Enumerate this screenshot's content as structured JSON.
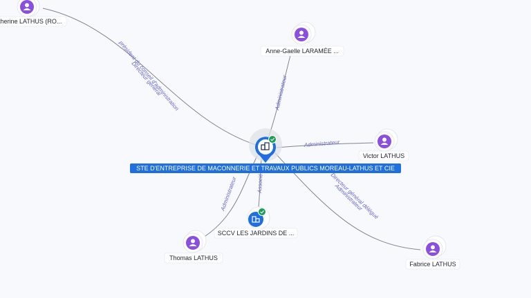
{
  "diagram": {
    "center": {
      "label": "STE D'ENTREPRISE DE MACONNERIE ET TRAVAUX PUBLICS MOREAU-LATHUS ET CIE",
      "icon": "building-icon",
      "status": "verified-check-icon"
    },
    "nodes": [
      {
        "id": "catherine",
        "label": "therine LATHUS (RO...",
        "type": "person",
        "icon": "person-icon"
      },
      {
        "id": "anne",
        "label": "Anne-Gaelle LARAMÉE ...",
        "type": "person",
        "icon": "person-icon"
      },
      {
        "id": "victor",
        "label": "Victor LATHUS",
        "type": "person",
        "icon": "person-icon"
      },
      {
        "id": "sccv",
        "label": "SCCV LES JARDINS DE ...",
        "type": "company",
        "icon": "building-icon",
        "status": "verified-check-icon"
      },
      {
        "id": "thomas",
        "label": "Thomas LATHUS",
        "type": "person",
        "icon": "person-icon"
      },
      {
        "id": "fabrice",
        "label": "Fabrice LATHUS",
        "type": "person",
        "icon": "person-icon"
      }
    ],
    "edges": [
      {
        "from": "catherine",
        "labels": [
          "président du conseil d'administration",
          "Directeur général"
        ]
      },
      {
        "from": "anne",
        "labels": [
          "Administrateur"
        ]
      },
      {
        "from": "victor",
        "labels": [
          "Administrateur"
        ]
      },
      {
        "from": "sccv",
        "labels": [
          "Associé"
        ]
      },
      {
        "from": "thomas",
        "labels": [
          "Administrateur"
        ]
      },
      {
        "from": "fabrice",
        "labels": [
          "Directeur général délégué",
          "Administrateur"
        ]
      }
    ],
    "colors": {
      "person": "#8a4fe0",
      "company": "#1f6fe0",
      "verified": "#1e9e5a",
      "edge_text": "#6a66c8"
    }
  }
}
